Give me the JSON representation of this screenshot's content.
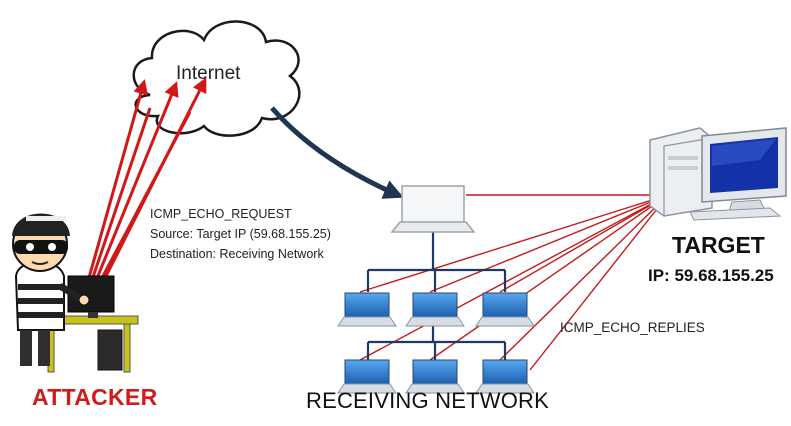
{
  "cloud": {
    "label": "Internet"
  },
  "attacker": {
    "label": "ATTACKER"
  },
  "icmp_request": {
    "line1": "ICMP_ECHO_REQUEST",
    "line2": "Source: Target IP (59.68.155.25)",
    "line3": "Destination: Receiving Network"
  },
  "target": {
    "title": "TARGET",
    "ip": "IP: 59.68.155.25"
  },
  "replies": {
    "label": "ICMP_ECHO_REPLIES"
  },
  "network": {
    "label": "RECEIVING NETWORK"
  },
  "colors": {
    "attack_arrow": "#d01818",
    "route_arrow": "#1f3550",
    "reply_line": "#c41a1a",
    "laptop_screen": "#2a78c8"
  }
}
